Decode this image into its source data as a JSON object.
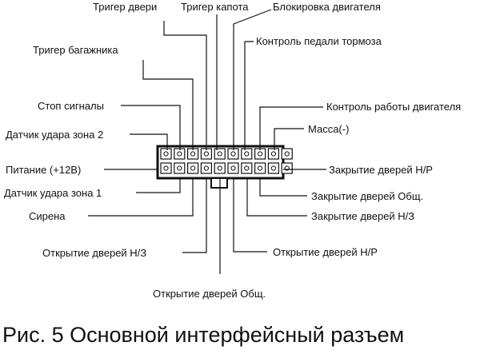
{
  "labels": {
    "trigger_door": "Тригер двери",
    "trigger_hood": "Тригер капота",
    "engine_lock": "Блокировка двигателя",
    "brake_pedal": "Контроль педали тормоза",
    "trigger_trunk": "Тригер багажника",
    "stop_lights": "Стоп сигналы",
    "engine_run": "Контроль работы двигателя",
    "shock_zone2": "Датчик удара зона 2",
    "ground": "Масса(-)",
    "power": "Питание (+12В)",
    "close_no": "Закрытие дверей Н/Р",
    "shock_zone1": "Датчик удара зона 1",
    "close_common": "Закрытие дверей Общ.",
    "siren": "Сирена",
    "close_nc": "Закрытие дверей Н/З",
    "open_nc": "Открытие дверей Н/З",
    "open_no": "Открытие дверей Н/Р",
    "open_common": "Открытие дверей Общ."
  },
  "caption": "Рис. 5 Основной интерфейсный разъем",
  "connector": {
    "pin_rows": 2,
    "pins_per_row": 10
  }
}
